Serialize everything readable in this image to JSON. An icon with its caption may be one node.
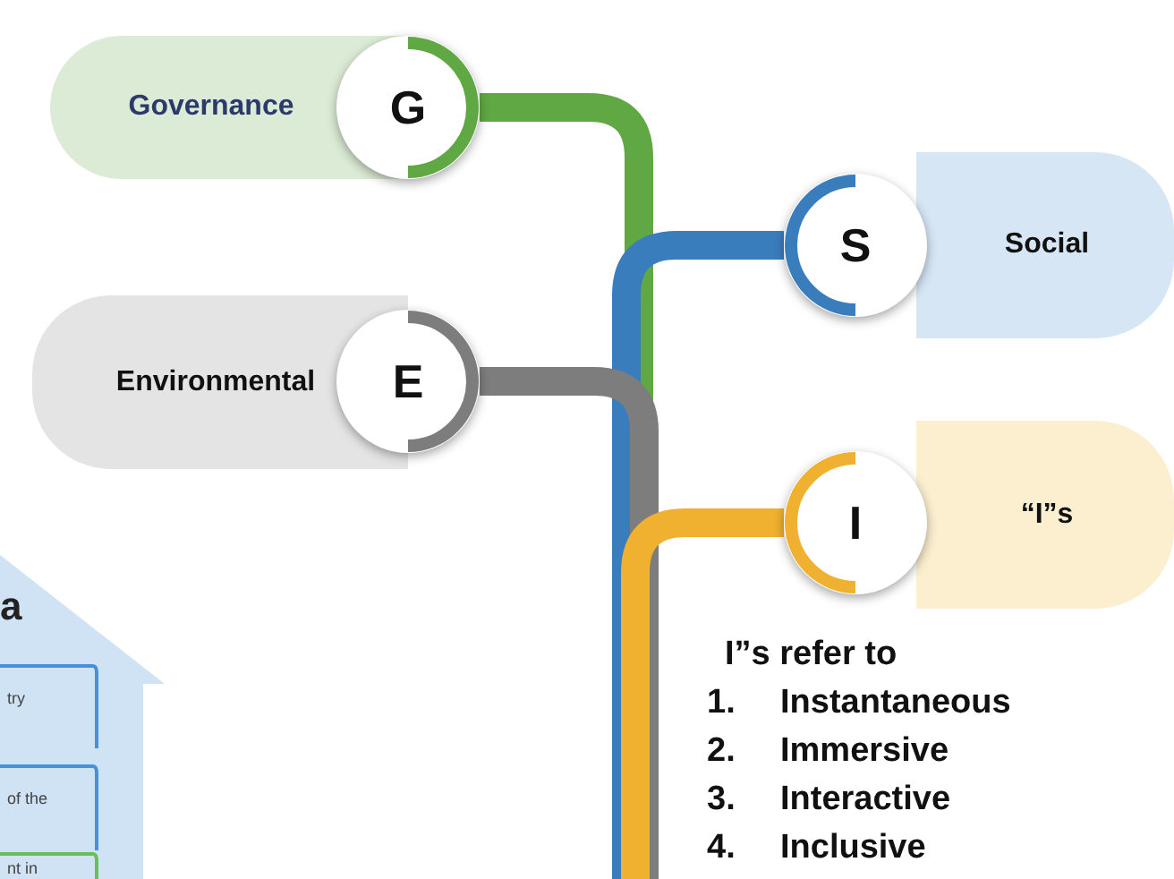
{
  "diagram": {
    "nodes": [
      {
        "text": [
          "Governance"
        ]
      },
      {
        "text": [
          "G"
        ]
      },
      {
        "text": [
          "Social"
        ]
      },
      {
        "text": [
          "S"
        ]
      },
      {
        "text": [
          "Environmental"
        ]
      },
      {
        "text": [
          "E"
        ]
      },
      {
        "text": [
          "“I”s"
        ]
      },
      {
        "text": [
          "I"
        ]
      }
    ],
    "edges": [
      {
        "from": 1,
        "to": null,
        "arrow": "none",
        "color": "#5fa843"
      },
      {
        "from": 3,
        "to": null,
        "arrow": "none",
        "color": "#3a7dbd"
      },
      {
        "from": 5,
        "to": null,
        "arrow": "none",
        "color": "#7d7d7d"
      },
      {
        "from": 7,
        "to": null,
        "arrow": "none",
        "color": "#f0b030"
      }
    ],
    "labels": [
      "a",
      "try",
      "of the",
      "nt in",
      "I”s refer to",
      "1.",
      "Instantaneous",
      "2.",
      "Immersive",
      "3.",
      "Interactive",
      "4.",
      "Inclusive"
    ]
  }
}
